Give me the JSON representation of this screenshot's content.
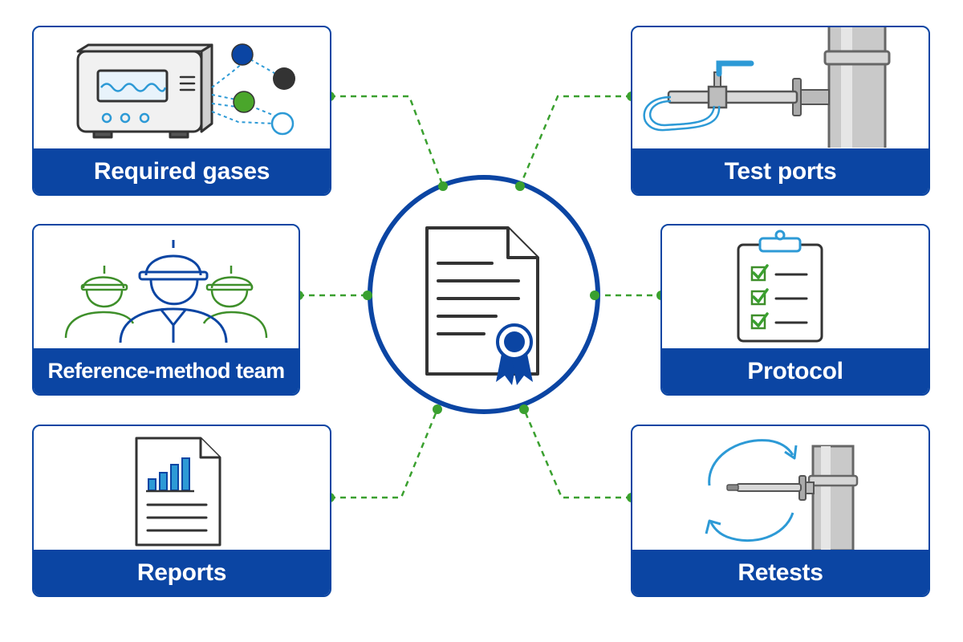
{
  "cards": {
    "required_gases": {
      "label": "Required gases"
    },
    "test_ports": {
      "label": "Test ports"
    },
    "reference_team": {
      "label": "Reference-method team"
    },
    "protocol": {
      "label": "Protocol"
    },
    "reports": {
      "label": "Reports"
    },
    "retests": {
      "label": "Retests"
    }
  },
  "center": {
    "icon": "certificate-document-icon"
  },
  "colors": {
    "primary_blue": "#0b45a3",
    "connector_green": "#3aa02f",
    "light_blue": "#2d9ad6",
    "dark_gray": "#333333"
  }
}
